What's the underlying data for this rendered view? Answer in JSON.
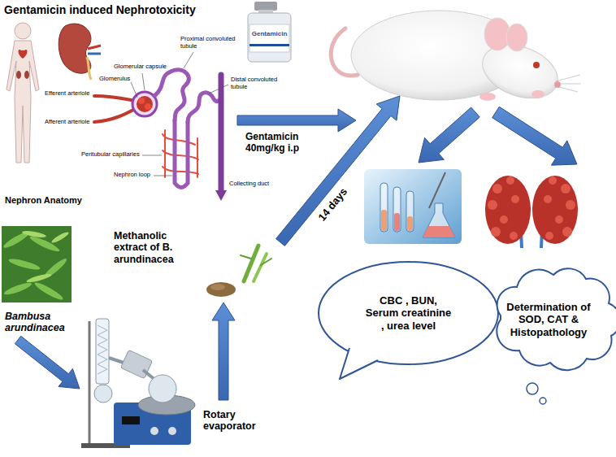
{
  "diagram": {
    "title": "Gentamicin induced Nephrotoxicity",
    "nodes": [
      {
        "text": [
          "CBC , BUN, Serum creatinine , urea level"
        ]
      },
      {
        "text": [
          "Determination of SOD, CAT & Histopathology"
        ]
      }
    ],
    "labels": [
      "Gentamicin",
      "Glomerular capsule",
      "Glomerulus",
      "Proximal convoluted tubule",
      "Distal convoluted tubule",
      "Efferent arteriole",
      "Afferent arteriole",
      "Peritubular capillaries",
      "Nephron loop",
      "Collecting duct",
      "Nephron Anatomy",
      "Gentamicin 40mg/kg i.p",
      "14 days",
      "Methanolic extract of B. arundinacea",
      "Bambusa arundinacea",
      "Rotary evaporator"
    ]
  }
}
